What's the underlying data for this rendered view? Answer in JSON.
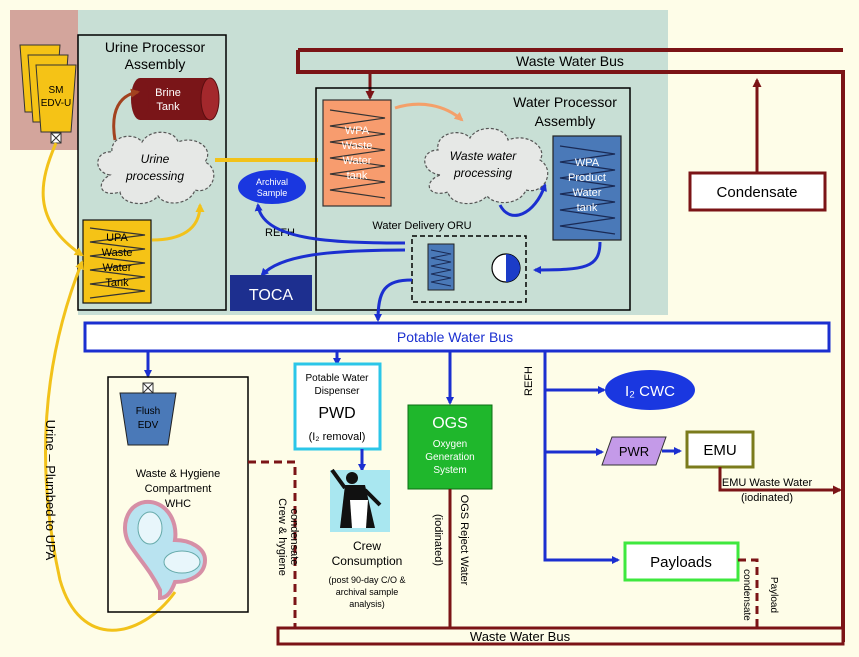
{
  "labels": {
    "upa_title_1": "Urine Processor",
    "upa_title_2": "Assembly",
    "brine_1": "Brine",
    "brine_2": "Tank",
    "urine_proc_1": "Urine",
    "urine_proc_2": "processing",
    "upa_tank_1": "UPA",
    "upa_tank_2": "Waste",
    "upa_tank_3": "Water",
    "upa_tank_4": "Tank",
    "sm_1": "SM",
    "sm_2": "EDV-U",
    "wpa_title_1": "Water Processor",
    "wpa_title_2": "Assembly",
    "wpa_ww_1": "WPA",
    "wpa_ww_2": "Waste",
    "wpa_ww_3": "Water",
    "wpa_ww_4": "tank",
    "ww_proc_1": "Waste water",
    "ww_proc_2": "processing",
    "wpa_prod_1": "WPA",
    "wpa_prod_2": "Product",
    "wpa_prod_3": "Water",
    "wpa_prod_4": "tank",
    "archival_1": "Archival",
    "archival_2": "Sample",
    "refh_top": "REFH",
    "water_delivery": "Water Delivery ORU",
    "toca": "TOCA",
    "waste_bus_top": "Waste Water Bus",
    "condensate": "Condensate",
    "potable_bus": "Potable Water Bus",
    "flush_1": "Flush",
    "flush_2": "EDV",
    "whc_1": "Waste & Hygiene",
    "whc_2": "Compartment",
    "whc_3": "WHC",
    "pwd_1": "Potable Water",
    "pwd_2": "Dispenser",
    "pwd_3": "PWD",
    "pwd_4": "(I₂ removal)",
    "ogs_1": "OGS",
    "ogs_2": "Oxygen",
    "ogs_3": "Generation",
    "ogs_4": "System",
    "crew_1": "Crew",
    "crew_2": "Consumption",
    "crew_3": "(post 90-day C/O &",
    "crew_4": "archival sample",
    "crew_5": "analysis)",
    "crew_cond_1": "Crew & hygiene",
    "crew_cond_2": "condensate",
    "ogs_reject_1": "OGS Reject Water",
    "ogs_reject_2": "(iodinated)",
    "refh_side": "REFH",
    "cwc": "I₂ CWC",
    "pwr": "PWR",
    "emu": "EMU",
    "emu_ww_1": "EMU Waste Water",
    "emu_ww_2": "(iodinated)",
    "payloads": "Payloads",
    "payload_cond_1": "Payload",
    "payload_cond_2": "condensate",
    "urine_plumbed": "Urine – Plumbed to UPA",
    "waste_bus_bottom": "Waste Water Bus"
  },
  "colors": {
    "waste_line": "#7b1416",
    "potable_line": "#1b2fd0",
    "urine_line": "#f2c21a",
    "orange_line": "#f4a06a",
    "brown_line": "#a2421f",
    "background": "#fefde8",
    "upper_region": "#c8dfd5",
    "sm_region": "#d3a59c"
  }
}
